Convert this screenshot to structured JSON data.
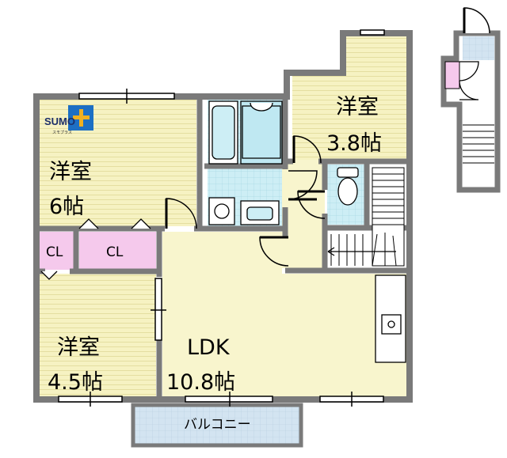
{
  "logo": {
    "main": "SUMO",
    "sub": "スモプラス"
  },
  "rooms": {
    "western_6": {
      "name": "洋室",
      "size": "6帖"
    },
    "western_38": {
      "name": "洋室",
      "size": "3.8帖"
    },
    "western_45": {
      "name": "洋室",
      "size": "4.5帖"
    },
    "ldk": {
      "name": "LDK",
      "size": "10.8帖"
    },
    "closet_left": "CL",
    "closet_right": "CL",
    "balcony": "バルコニー"
  },
  "colors": {
    "wall": "#7a7a7a",
    "tatami_yellow": "#f6f2c2",
    "stripe_line": "#e4dea0",
    "wet_area": "#cdeef5",
    "closet_pink": "#f5c9ec",
    "balcony_blue": "#d3e4f1",
    "stairs_white": "#ffffff"
  },
  "icons": [
    "sumo-logo-icon",
    "bathtub-icon",
    "toilet-icon",
    "washbasin-icon",
    "washing-machine-icon",
    "kitchen-sink-icon",
    "door-swing-icon",
    "window-icon",
    "stairs-icon"
  ]
}
